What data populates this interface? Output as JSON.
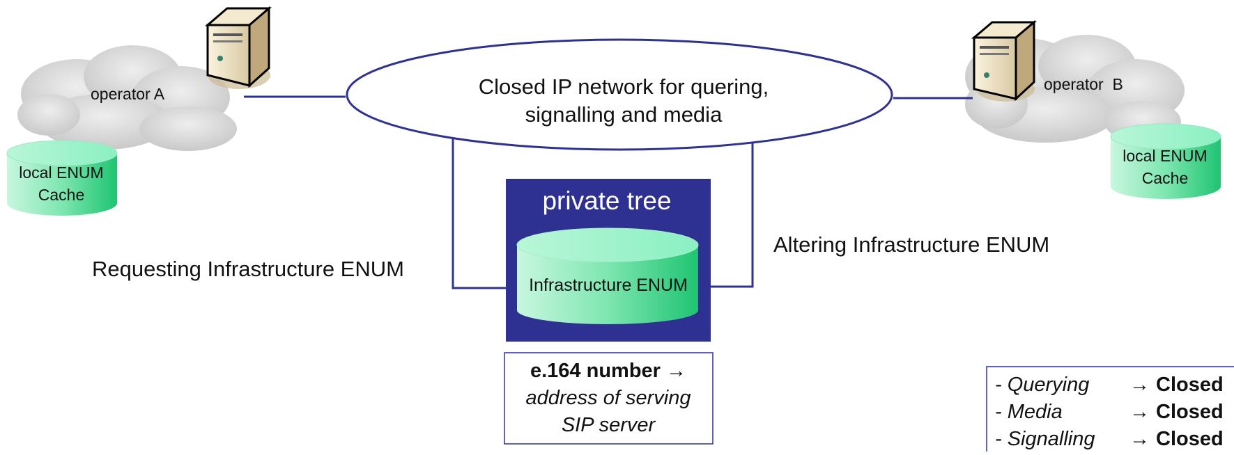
{
  "operator_a": {
    "label": "operator A",
    "cache_line1": "local ENUM",
    "cache_line2": "Cache"
  },
  "operator_b": {
    "label": "operator  B",
    "cache_line1": "local ENUM",
    "cache_line2": "Cache"
  },
  "network": {
    "line1": "Closed IP network for quering,",
    "line2": "signalling and media"
  },
  "private_tree": {
    "title": "private tree",
    "db_label": "Infrastructure ENUM"
  },
  "requesting_label": "Requesting Infrastructure ENUM",
  "altering_label": "Altering Infrastructure ENUM",
  "mapping": {
    "line1": "e.164 number →",
    "line2": "address of serving",
    "line3": "SIP server"
  },
  "legend": [
    {
      "item": "- Querying",
      "value": "Closed"
    },
    {
      "item": "- Media",
      "value": "Closed"
    },
    {
      "item": "- Signalling",
      "value": "Closed"
    }
  ],
  "legend_arrow": "→",
  "colors": {
    "line": "#2e3192",
    "panel": "#2e3192",
    "db_light": "#b6f3d3",
    "db_dark": "#1ec46f",
    "cloud": "#d9d9d9"
  }
}
